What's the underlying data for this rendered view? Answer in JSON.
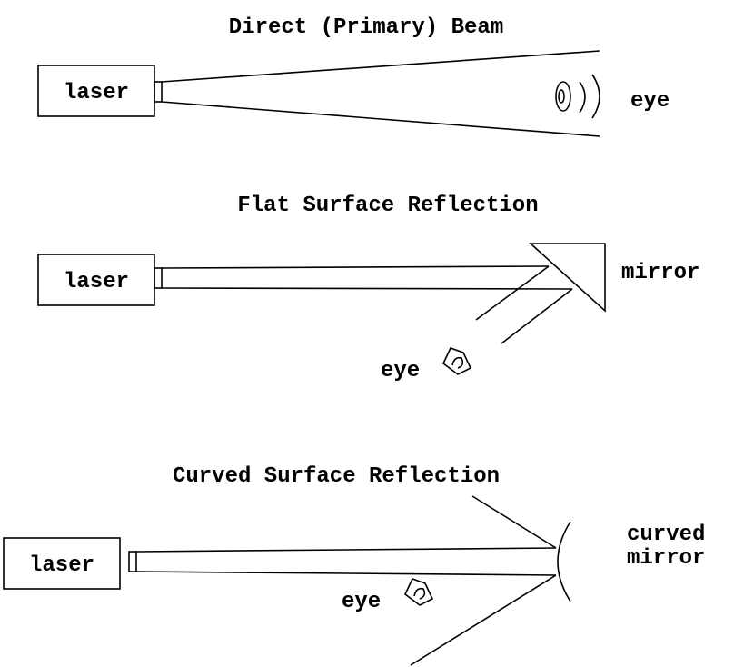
{
  "panels": [
    {
      "title": "Direct (Primary) Beam",
      "laser_label": "laser",
      "target_label": "eye"
    },
    {
      "title": "Flat Surface Reflection",
      "laser_label": "laser",
      "target_label": "mirror",
      "eye_label": "eye"
    },
    {
      "title": "Curved Surface Reflection",
      "laser_label": "laser",
      "target_label": [
        "curved",
        "mirror"
      ],
      "eye_label": "eye"
    }
  ],
  "icons": [
    "eye-front-icon",
    "eye-profile-icon",
    "flat-mirror-icon",
    "curved-mirror-icon"
  ]
}
